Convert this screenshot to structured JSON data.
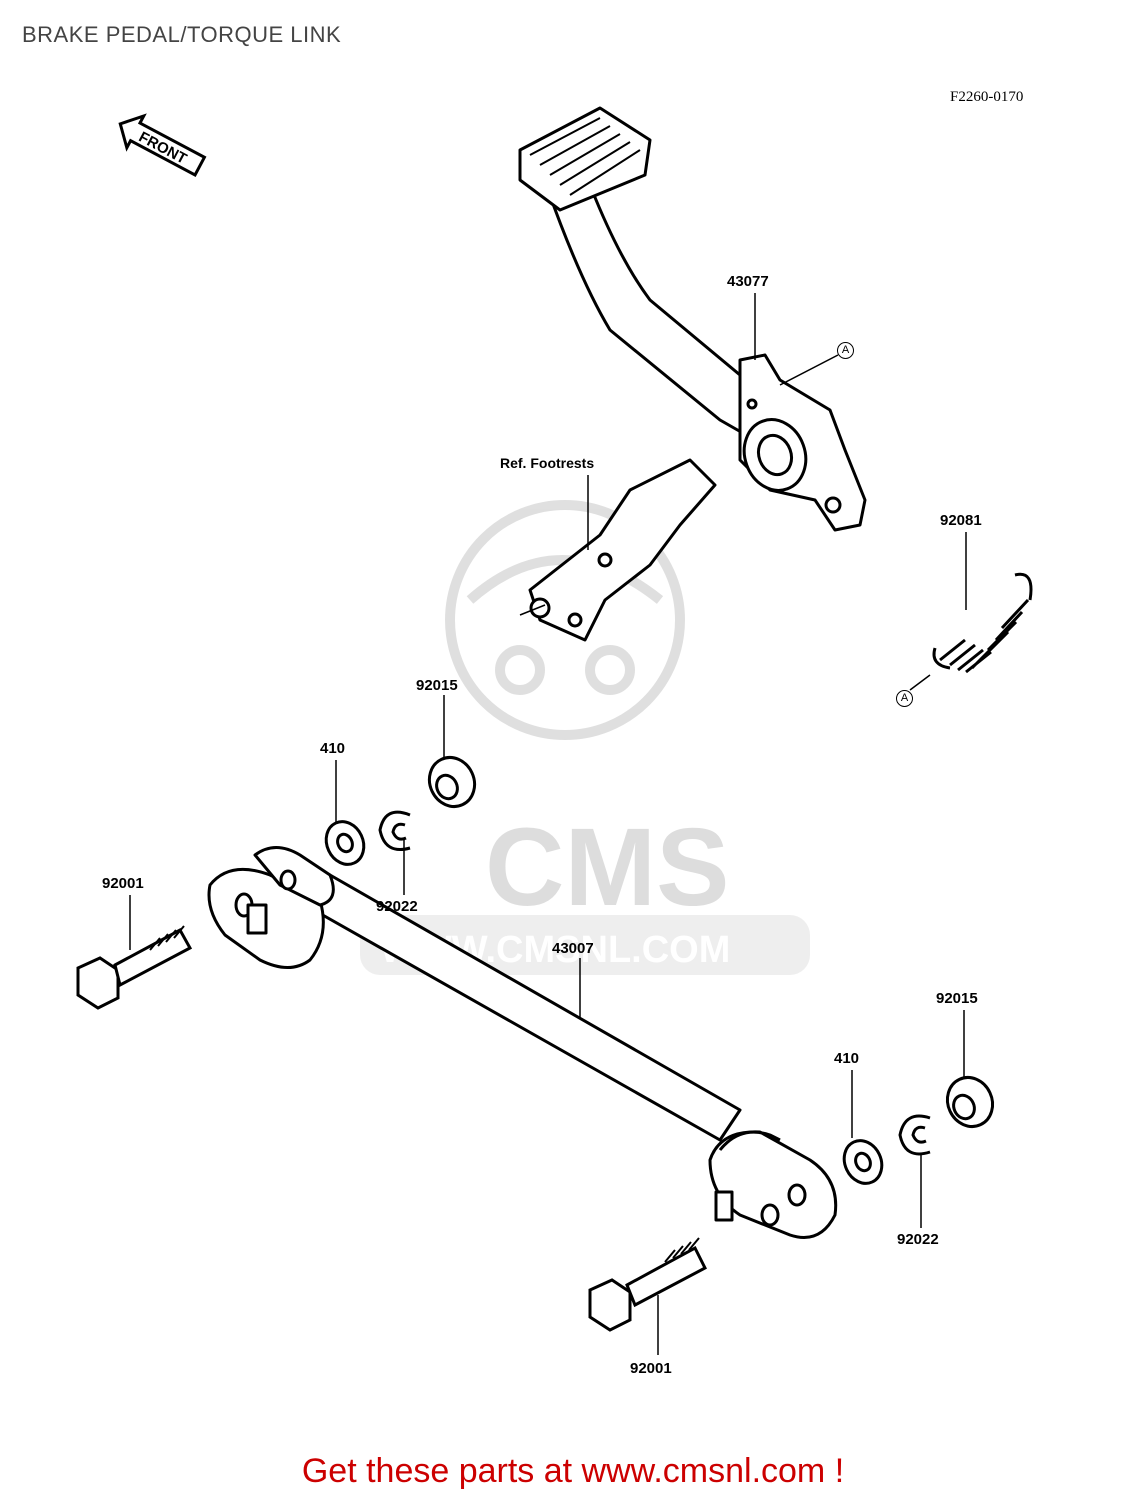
{
  "page": {
    "title": "BRAKE PEDAL/TORQUE LINK",
    "drawing_code": "F2260-0170",
    "front_arrow_label": "FRONT",
    "watermark": {
      "brand": "CMS",
      "url": "WWW.CMSNL.COM"
    }
  },
  "callouts": {
    "brake_pedal": "43077",
    "ref_footrests": "Ref. Footrests",
    "spring": "92081",
    "ref_mark_a": "A",
    "nut_upper": "92015",
    "washer_upper": "410",
    "clip_upper": "92022",
    "bolt_upper": "92001",
    "torque_link": "43007",
    "nut_lower": "92015",
    "washer_lower": "410",
    "clip_lower": "92022",
    "bolt_lower": "92001"
  },
  "footer": {
    "link_text": "Get these parts at www.cmsnl.com !",
    "link_color": "#cc0000"
  }
}
